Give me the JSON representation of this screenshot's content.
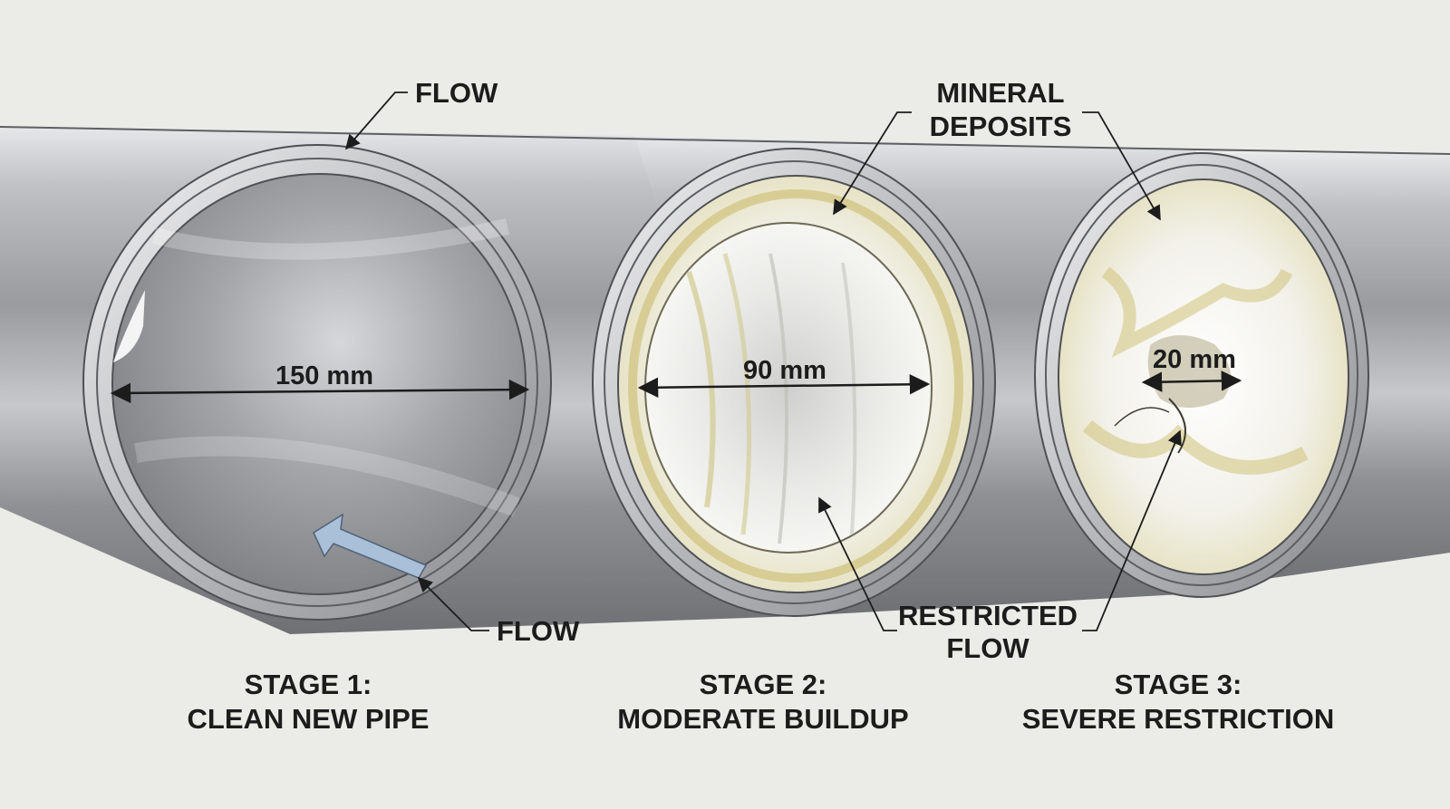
{
  "labels": {
    "flow_top": "FLOW",
    "flow_bottom": "FLOW",
    "mineral_line1": "MINERAL",
    "mineral_line2": "DEPOSITS",
    "restricted_line1": "RESTRICTED",
    "restricted_line2": "FLOW"
  },
  "stages": [
    {
      "title": "STAGE 1:",
      "subtitle": "CLEAN NEW PIPE",
      "diameter": "150 mm",
      "state": "clean"
    },
    {
      "title": "STAGE 2:",
      "subtitle": "MODERATE BUILDUP",
      "diameter": "90 mm",
      "state": "moderate"
    },
    {
      "title": "STAGE 3:",
      "subtitle": "SEVERE RESTRICTION",
      "diameter": "20 mm",
      "state": "severe"
    }
  ],
  "colors": {
    "background": "#ebebe8",
    "pipe_metal": "#a9aaae",
    "deposit_white": "#f4f4f0",
    "deposit_yellow": "#d9cf8f",
    "flow_arrow": "#a9c0d8",
    "annotation": "#1c1c1c"
  }
}
